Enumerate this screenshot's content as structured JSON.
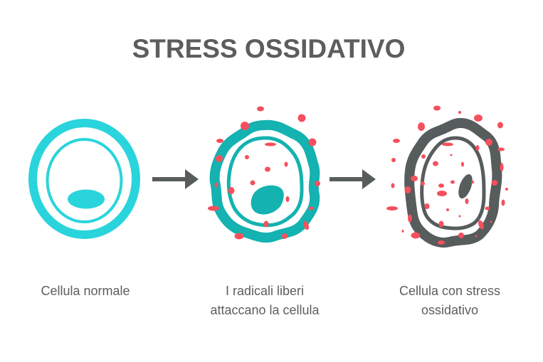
{
  "title": "STRESS OSSIDATIVO",
  "colors": {
    "normal_cell": "#2ad4dc",
    "attacked_cell": "#14b2b0",
    "stressed_cell": "#575c5c",
    "free_radicals": "#f5505d",
    "arrow": "#575c5c",
    "text": "#5b5d5f"
  },
  "stages": [
    {
      "caption_lines": [
        "Cellula normale"
      ]
    },
    {
      "caption_lines": [
        "I radicali liberi",
        "attaccano la cellula"
      ]
    },
    {
      "caption_lines": [
        "Cellula con stress",
        "ossidativo"
      ]
    }
  ],
  "arrows": [
    "arrow-right",
    "arrow-right"
  ]
}
